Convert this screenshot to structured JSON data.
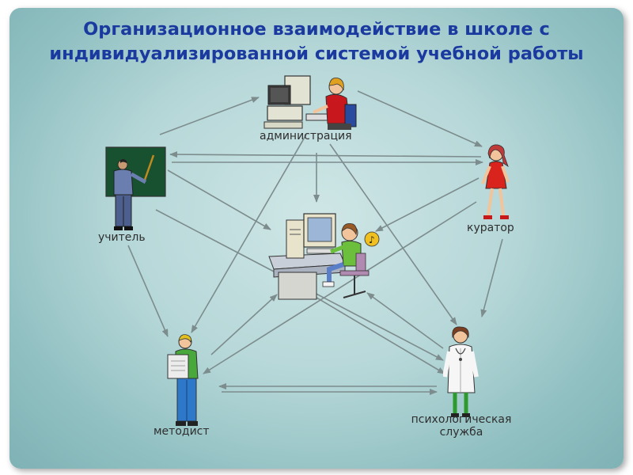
{
  "title": "Организационное взаимодействие в школе с индивидуализированной системой учебной работы",
  "nodes": {
    "administration": "администрация",
    "teacher": "учитель",
    "curator": "куратор",
    "methodist": "методист",
    "psych_line1": "психологическая",
    "psych_line2": "служба"
  },
  "icons": {
    "administration": "admin-at-computer-icon",
    "teacher": "teacher-at-blackboard-icon",
    "curator": "girl-curator-icon",
    "student": "student-at-computer-icon",
    "methodist": "methodist-with-paper-icon",
    "psychologist": "psychologist-icon"
  },
  "colors": {
    "title": "#1b3aa0",
    "arrow": "#7d8c8d",
    "background": "#b6d7d8"
  }
}
